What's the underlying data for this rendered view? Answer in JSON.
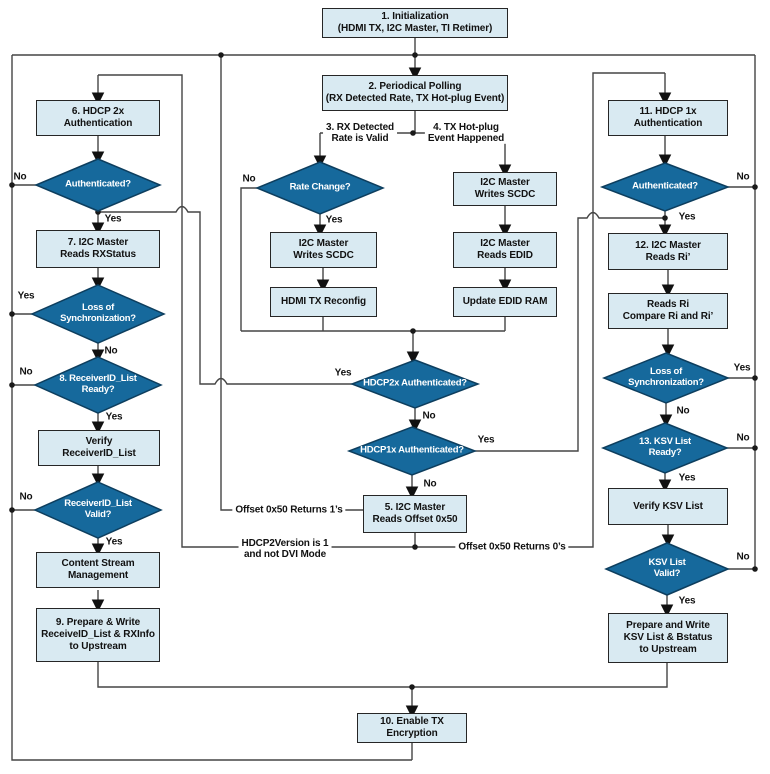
{
  "colors": {
    "box_fill": "#d9eaf2",
    "box_border": "#262626",
    "diamond_fill": "#16699c",
    "diamond_border": "#0d3e5e",
    "line": "#454545",
    "text": "#111111"
  },
  "nodes": {
    "init": "1. Initialization\n(HDMI TX, I2C Master, TI Retimer)",
    "poll": "2. Periodical Polling\n(RX Detected Rate, TX Hot-plug Event)",
    "hdcp2x_auth": "6. HDCP 2x\nAuthentication",
    "reads_rxstatus": "7. I2C Master\nReads RXStatus",
    "verify_receiverid": "Verify\nReceiverID_List",
    "content_stream": "Content Stream\nManagement",
    "prepare_write_rid": "9. Prepare & Write\nReceiveID_List & RXInfo\nto Upstream",
    "writes_scdc_left": "I2C Master\nWrites SCDC",
    "hdmi_tx_reconfig": "HDMI TX Reconfig",
    "writes_scdc_right": "I2C Master\nWrites SCDC",
    "reads_edid": "I2C Master\nReads EDID",
    "update_edid_ram": "Update EDID RAM",
    "reads_offset": "5. I2C Master\nReads Offset 0x50",
    "hdcp1x_auth": "11. HDCP 1x\nAuthentication",
    "reads_ri": "12. I2C Master\nReads Ri’",
    "compare_ri": "Reads Ri\nCompare Ri and Ri’",
    "verify_ksv": "Verify KSV List",
    "prepare_write_ksv": "Prepare and Write\nKSV List & Bstatus\nto Upstream",
    "enable_tx": "10. Enable TX Encryption"
  },
  "diamonds": {
    "auth_left": "Authenticated?",
    "loss_left": "Loss of\nSynchronization?",
    "rid_ready": "8. ReceiverID_List\nReady?",
    "rid_valid": "ReceiverID_List\nValid?",
    "rate_change": "Rate Change?",
    "hdcp2x_authenticated": "HDCP2x Authenticated?",
    "hdcp1x_authenticated": "HDCP1x Authenticated?",
    "auth_right": "Authenticated?",
    "loss_right": "Loss of\nSynchronization?",
    "ksv_ready": "13. KSV List\nReady?",
    "ksv_valid": "KSV List\nValid?"
  },
  "labels": {
    "yes": "Yes",
    "no": "No",
    "rx_detected": "3. RX Detected\nRate is Valid",
    "tx_hotplug": "4. TX Hot-plug\nEvent Happened",
    "offset_1s": "Offset 0x50 Returns 1’s",
    "hdcp2version": "HDCP2Version is 1\nand not DVI Mode",
    "offset_0s": "Offset 0x50 Returns 0’s"
  }
}
